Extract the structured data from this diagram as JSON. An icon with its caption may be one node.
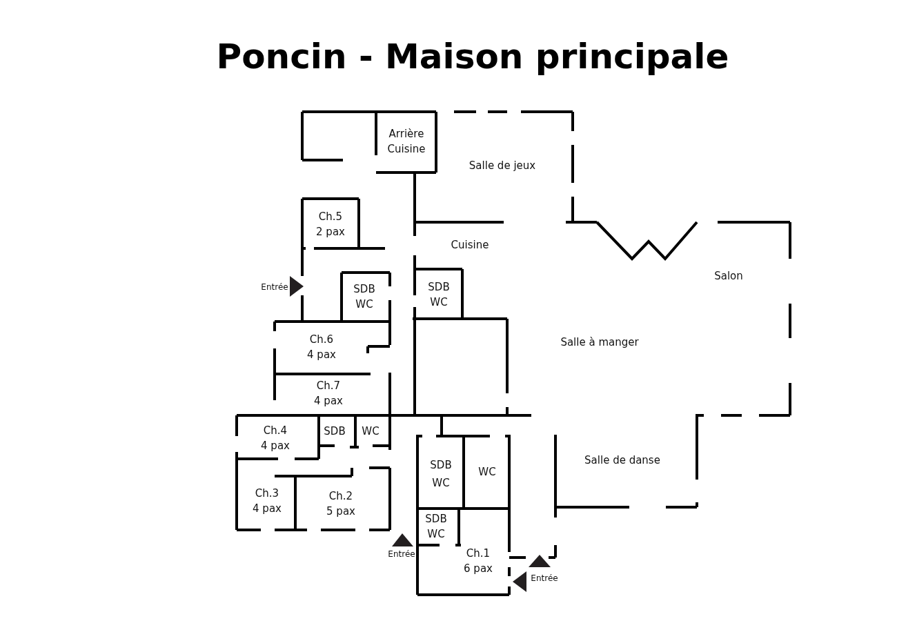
{
  "diagram": {
    "title": "Poncin - Maison principale",
    "nodes": [
      {
        "text": [
          "Arrière Cuisine"
        ]
      },
      {
        "text": [
          "Salle de jeux"
        ]
      },
      {
        "text": [
          "Ch.5",
          "2 pax"
        ]
      },
      {
        "text": [
          "Cuisine"
        ]
      },
      {
        "text": [
          "Salon"
        ]
      },
      {
        "text": [
          "SDB",
          "WC"
        ]
      },
      {
        "text": [
          "SDB",
          "WC"
        ]
      },
      {
        "text": [
          "Salle à manger"
        ]
      },
      {
        "text": [
          "Ch.6",
          "4 pax"
        ]
      },
      {
        "text": [
          "Ch.7",
          "4 pax"
        ]
      },
      {
        "text": [
          "Ch.4",
          "4 pax"
        ]
      },
      {
        "text": [
          "SDB"
        ]
      },
      {
        "text": [
          "WC"
        ]
      },
      {
        "text": [
          "Salle de danse"
        ]
      },
      {
        "text": [
          "SDB",
          "WC"
        ]
      },
      {
        "text": [
          "WC"
        ]
      },
      {
        "text": [
          "Ch.3",
          "4 pax"
        ]
      },
      {
        "text": [
          "Ch.2",
          "5 pax"
        ]
      },
      {
        "text": [
          "SDB",
          "WC"
        ]
      },
      {
        "text": [
          "Ch.1",
          "6 pax"
        ]
      }
    ],
    "labels": [
      "Entrée",
      "Entrée",
      "Entrée"
    ]
  }
}
